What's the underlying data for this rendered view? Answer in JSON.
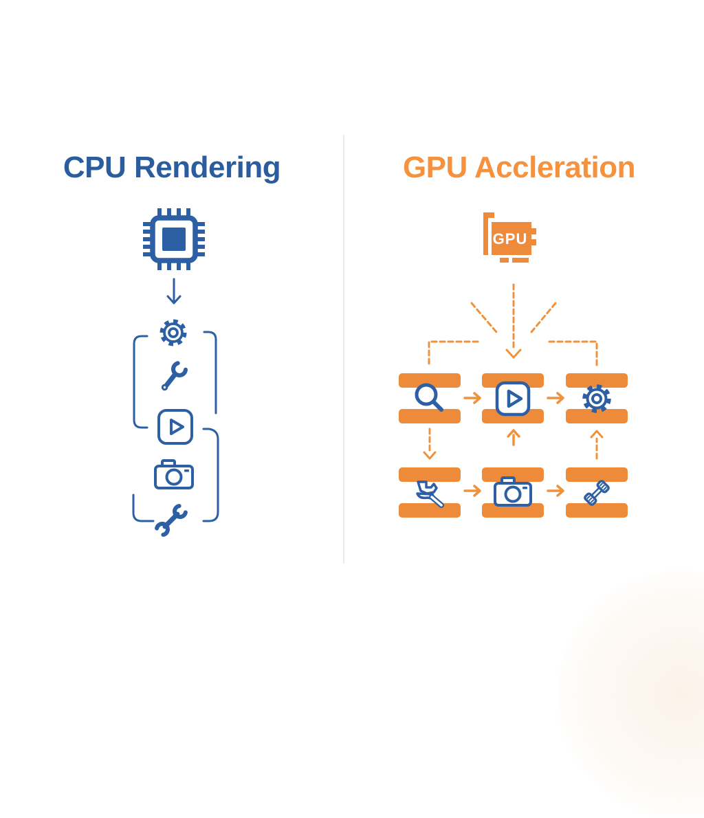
{
  "page": {
    "background": "#FFFFFF"
  },
  "divider": {
    "color": "#E9EBEB"
  },
  "left_panel": {
    "title": "CPU Rendering",
    "title_color": "#2B5C9E",
    "accent_color": "#2D5FA4",
    "chip_icon": "cpu-chip",
    "flow_icons": [
      "gear",
      "wrench",
      "play",
      "camera",
      "spanner"
    ]
  },
  "right_panel": {
    "title": "GPU Accleration",
    "title_color": "#F6923D",
    "accent_color": "#EE8B3B",
    "arrow_color": "#F0913C",
    "gpu_card_label": "GPU",
    "grid": {
      "top_row_icons": [
        "magnifier",
        "play",
        "gear"
      ],
      "bottom_row_icons": [
        "hand-tool",
        "camera",
        "spanner-fork"
      ]
    }
  }
}
